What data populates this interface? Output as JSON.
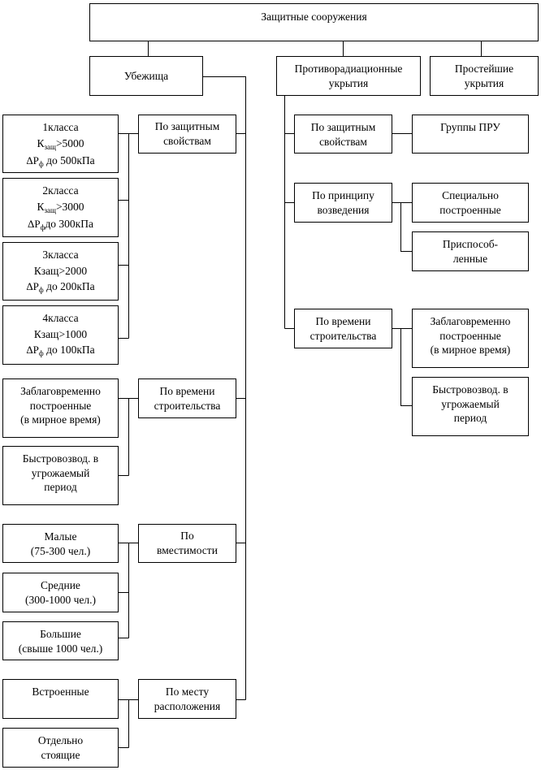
{
  "root": {
    "label": "Защитные сооружения"
  },
  "shelters": {
    "label": "Убежища",
    "by_protection": {
      "label": [
        "По защитным",
        "свойствам"
      ],
      "classes": [
        {
          "name": "1класса",
          "k_label": "К",
          "k_sub": "защ",
          "k_value": ">5000",
          "dp_prefix": "ΔР",
          "dp_sub": "ф",
          "dp_value": " до 500кПа"
        },
        {
          "name": "2класса",
          "k_label": "К",
          "k_sub": "защ",
          "k_value": ">3000",
          "dp_prefix": "ΔР",
          "dp_sub": "ф",
          "dp_value": "до 300кПа"
        },
        {
          "name": "3класса",
          "k_text": "Кзащ>2000",
          "dp_prefix": "ΔР",
          "dp_sub": "ф",
          "dp_value": " до 200кПа"
        },
        {
          "name": "4класса",
          "k_text": "Кзащ>1000",
          "dp_prefix": "ΔР",
          "dp_sub": "ф",
          "dp_value": " до 100кПа"
        }
      ]
    },
    "by_build_time": {
      "label": [
        "По времени",
        "строительства"
      ],
      "items": [
        [
          "Заблаговременно",
          "построенные",
          "(в мирное время)"
        ],
        [
          "Быстровозвод. в",
          "угрожаемый",
          "период"
        ]
      ]
    },
    "by_capacity": {
      "label": [
        "По",
        "вместимости"
      ],
      "items": [
        [
          "Малые",
          "(75-300 чел.)"
        ],
        [
          "Средние",
          "(300-1000 чел.)"
        ],
        [
          "Большие",
          "(свыше 1000 чел.)"
        ]
      ]
    },
    "by_location": {
      "label": [
        "По месту",
        "расположения"
      ],
      "items": [
        [
          "Встроенные"
        ],
        [
          "Отдельно",
          "стоящие"
        ]
      ]
    }
  },
  "pru": {
    "label": [
      "Противорадиационные",
      "укрытия"
    ],
    "by_protection": {
      "label": [
        "По защитным",
        "свойствам"
      ],
      "result": "Группы ПРУ"
    },
    "by_principle": {
      "label": [
        "По принципу",
        "возведения"
      ],
      "items": [
        [
          "Специально",
          "построенные"
        ],
        [
          "Приспособ-",
          "ленные"
        ]
      ]
    },
    "by_build_time": {
      "label": [
        "По времени",
        "строительства"
      ],
      "items": [
        [
          "Заблаговременно",
          "построенные",
          "(в мирное время)"
        ],
        [
          "Быстровозвод. в",
          "угрожаемый",
          "период"
        ]
      ]
    }
  },
  "simple": {
    "label": [
      "Простейшие",
      "укрытия"
    ]
  }
}
